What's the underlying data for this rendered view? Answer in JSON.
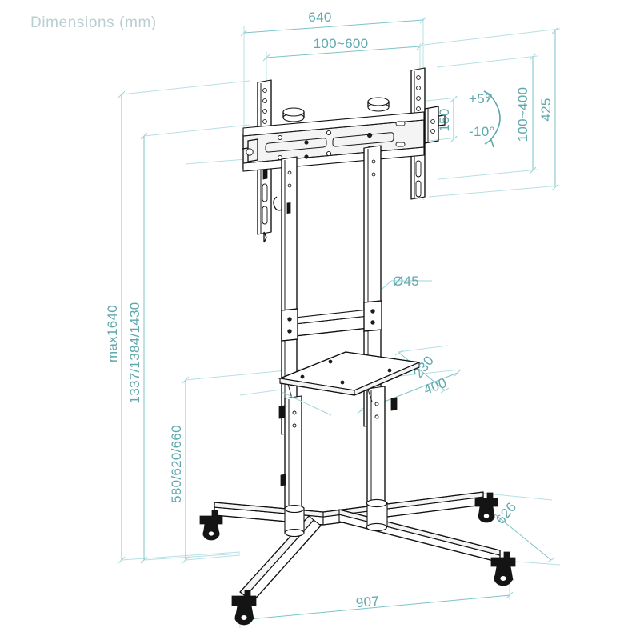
{
  "title": "Dimensions (mm)",
  "units": "mm",
  "drawing": {
    "name": "tv-cart-stand-dimension-drawing",
    "description": "Isometric technical line drawing of a mobile TV cart stand with tilting wall-mount bracket, shelf and caster base"
  },
  "dimensions": {
    "top_outer": {
      "label": "640",
      "meaning": "overall bracket width"
    },
    "top_inner": {
      "label": "100~600",
      "meaning": "horizontal VESA range"
    },
    "bracket_height": {
      "label": "150",
      "meaning": "bracket rail detail height"
    },
    "vesa_vertical": {
      "label": "100~400",
      "meaning": "vertical VESA range"
    },
    "bracket_overall_height": {
      "label": "425",
      "meaning": "overall bracket height"
    },
    "tilt_up": {
      "label": "+5°",
      "meaning": "maximum upward tilt"
    },
    "tilt_down": {
      "label": "-10°",
      "meaning": "maximum downward tilt"
    },
    "max_height": {
      "label": "max1640",
      "meaning": "maximum overall stand height"
    },
    "screen_center_heights": {
      "label": "1337/1384/1430",
      "meaning": "adjustable screen center heights"
    },
    "shelf_heights": {
      "label": "580/620/660",
      "meaning": "adjustable shelf heights"
    },
    "tube_diameter": {
      "label": "Ø45",
      "meaning": "upright tube diameter"
    },
    "shelf_depth": {
      "label": "230",
      "meaning": "shelf depth"
    },
    "shelf_width": {
      "label": "400",
      "meaning": "shelf width"
    },
    "base_depth": {
      "label": "626",
      "meaning": "base footprint depth"
    },
    "base_width": {
      "label": "907",
      "meaning": "base footprint width"
    }
  },
  "colors": {
    "dimension_line": "#9ed4d8",
    "dimension_text": "#5fa8ad",
    "title_text": "#b9cfd2",
    "product_line": "#111111",
    "background": "#ffffff"
  }
}
